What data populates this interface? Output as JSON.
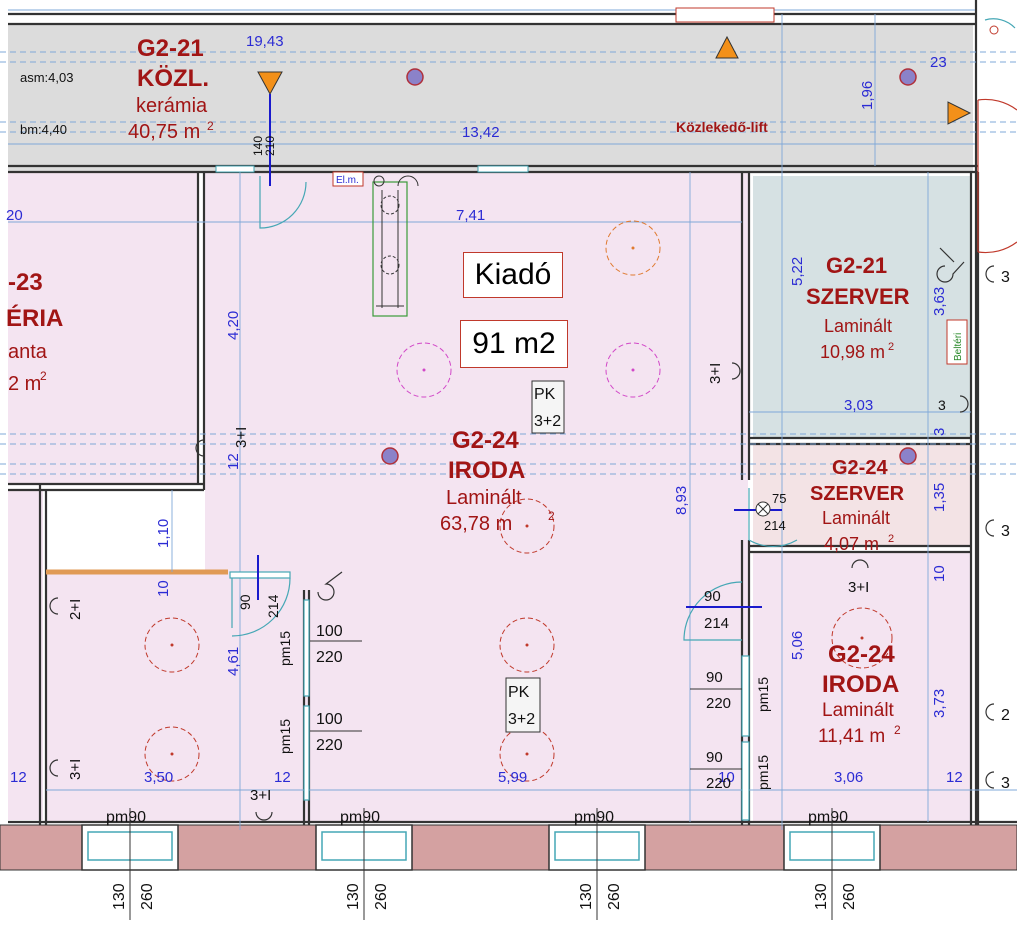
{
  "colors": {
    "corridor": "#dcdcdc",
    "office": "#f4e4f1",
    "server": "#d6e1e3",
    "server2": "#f3e3e5",
    "facade": "#d4a1a1",
    "wall": "#333333",
    "dim": "#2b2bd4",
    "roomtext": "#a11515"
  },
  "labels": {
    "kiado": "Kiadó",
    "area_total": "91 m2"
  },
  "rooms": {
    "corridor": {
      "code": "G2-21",
      "name": "KÖZL.",
      "material": "kerámia",
      "area": "40,75 m",
      "asm": "asm:4,03",
      "bm": "bm:4,40",
      "lift": "Közlekedő-lift"
    },
    "gallery": {
      "code": "-23",
      "name": "ÉRIA",
      "material": "anta",
      "area": "2 m"
    },
    "office_main": {
      "code": "G2-24",
      "name": "IRODA",
      "material": "Laminált",
      "area": "63,78 m"
    },
    "server_a": {
      "code": "G2-21",
      "name": "SZERVER",
      "material": "Laminált",
      "area": "10,98 m"
    },
    "server_b": {
      "code": "G2-24",
      "name": "SZERVER",
      "material": "Laminált",
      "area": "4,07 m"
    },
    "office_small": {
      "code": "G2-24",
      "name": "IRODA",
      "material": "Laminált",
      "area": "11,41 m"
    },
    "sup2": "2"
  },
  "marks": {
    "pk": "PK",
    "pk_val": "3+2",
    "el": "El.m.",
    "belteri": "Beltéri",
    "socket_3i": "3+I",
    "socket_2i": "2+I",
    "num3": "3",
    "num2": "2"
  },
  "dims": {
    "d1943": "19,43",
    "d1342": "13,42",
    "d741": "7,41",
    "d20": "20",
    "d420": "4,20",
    "d12a": "12",
    "d110": "1,10",
    "d10a": "10",
    "d461": "4,61",
    "d350": "3,50",
    "d12b": "12",
    "d12c": "12",
    "d599": "5,99",
    "d893": "8,93",
    "d10b": "10",
    "d196": "1,96",
    "d23": "23",
    "d522": "5,22",
    "d363": "3,63",
    "d303": "3,03",
    "d312": "3",
    "d12d": "12",
    "d135": "1,35",
    "d10c": "10",
    "d506": "5,06",
    "d373": "3,73",
    "d306": "3,06",
    "d12e": "12",
    "d140": "140",
    "d210": "210"
  },
  "doors": {
    "d90": "90",
    "d214": "214",
    "d75": "75",
    "d100": "100",
    "d220": "220",
    "pm15": "pm15"
  },
  "windows": {
    "pm90": "pm90",
    "w130": "130",
    "w260": "260"
  }
}
